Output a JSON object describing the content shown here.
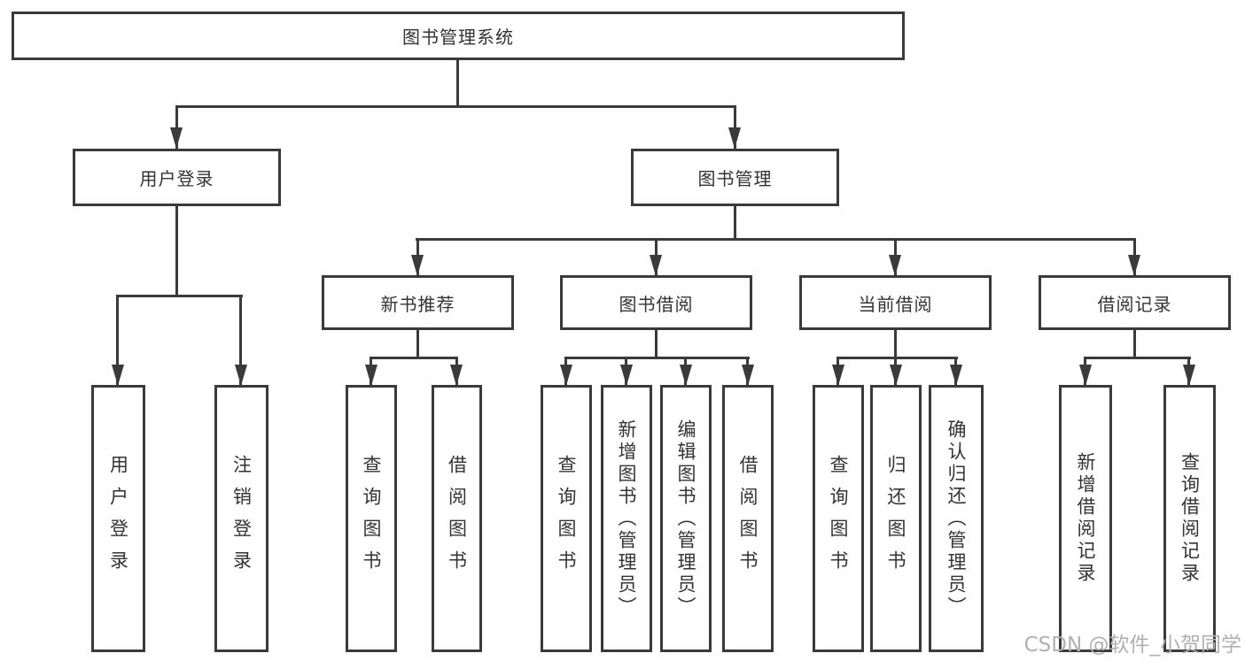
{
  "diagram": {
    "root": {
      "label": "图书管理系统"
    },
    "level2": [
      {
        "label": "用户登录"
      },
      {
        "label": "图书管理"
      }
    ],
    "level3": [
      {
        "label": "新书推荐"
      },
      {
        "label": "图书借阅"
      },
      {
        "label": "当前借阅"
      },
      {
        "label": "借阅记录"
      }
    ],
    "leaves": {
      "user_login": [
        "用户登录",
        "注销登录"
      ],
      "new_book_recommendation": [
        "查询图书",
        "借阅图书"
      ],
      "book_borrowing": [
        "查询图书",
        "新增图书（管理员）",
        "编辑图书（管理员）",
        "借阅图书"
      ],
      "current_borrowing": [
        "查询图书",
        "归还图书",
        "确认归还（管理员）"
      ],
      "borrowing_records": [
        "新增借阅记录",
        "查询借阅记录"
      ]
    }
  },
  "watermark": "CSDN @软件_小贺同学",
  "colors": {
    "line": "#3a3a3a",
    "text": "#333333",
    "watermark": "#b0b0b0",
    "background": "#ffffff"
  }
}
